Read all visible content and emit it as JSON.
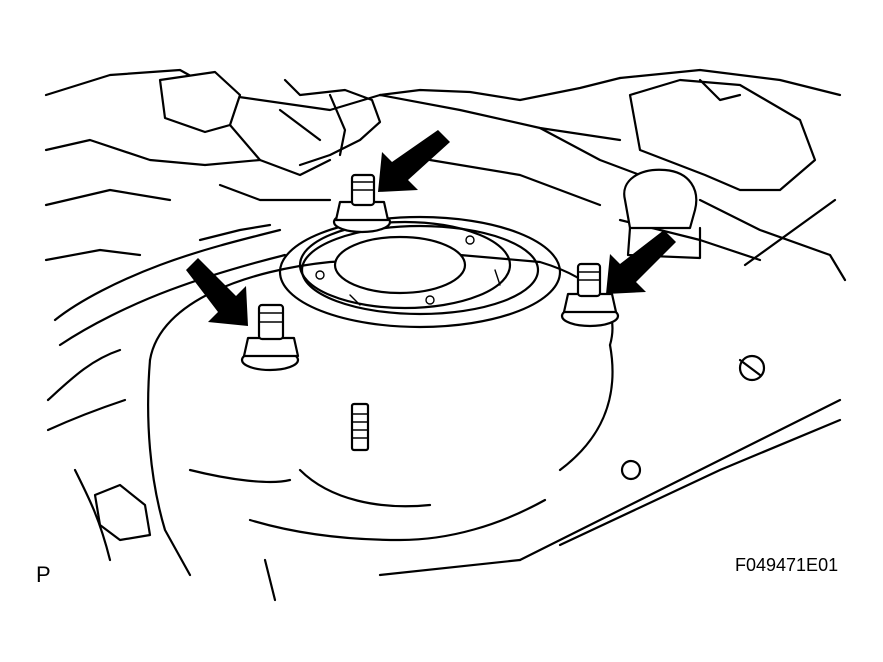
{
  "view_label": "P",
  "figure_id": "F049471E01",
  "colors": {
    "line": "#000000",
    "background": "#ffffff"
  },
  "arrow_count": 3
}
